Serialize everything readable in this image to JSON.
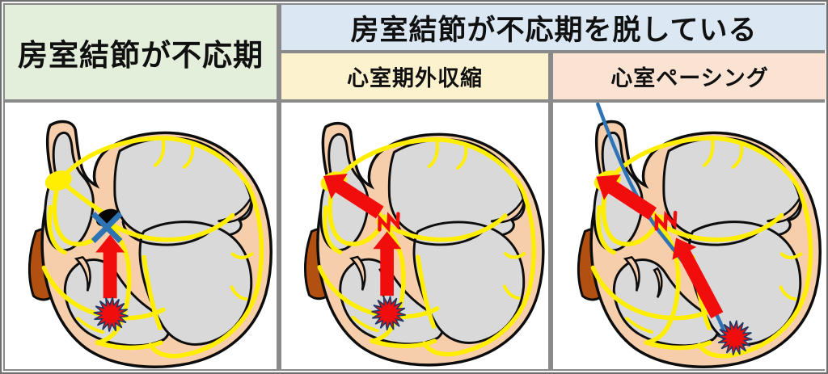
{
  "header": {
    "left_cell": "房室結節が不応期",
    "right_cell": "房室結節が不応期を脱している",
    "sub_left": "心室期外収縮",
    "sub_right": "心室ペーシング"
  },
  "panels": [
    {
      "id": "av-node-refractory",
      "column_label": "房室結節が不応期",
      "elements": [
        "heart-cross-section",
        "ectopic-focus-starburst",
        "retrograde-impulse-arrow",
        "av-node-blocked-cross"
      ]
    },
    {
      "id": "ventricular-premature-contraction",
      "column_label": "心室期外収縮",
      "elements": [
        "heart-cross-section",
        "ectopic-focus-starburst",
        "retrograde-impulse-arrow",
        "slow-av-conduction-zigzag",
        "atrial-retrograde-arrow"
      ]
    },
    {
      "id": "ventricular-pacing",
      "column_label": "心室ペーシング",
      "elements": [
        "heart-cross-section",
        "pacing-catheter-line",
        "pacing-site-starburst",
        "retrograde-impulse-arrow",
        "slow-av-conduction-zigzag",
        "atrial-retrograde-arrow"
      ]
    }
  ],
  "colors": {
    "header_left_bg": "#e3eedb",
    "header_right_bg": "#dbe8f4",
    "sub_left_bg": "#fdf2ce",
    "sub_right_bg": "#fae3d3",
    "grid_border": "#8a8a8a",
    "panel_bg": "#ffffff",
    "heart_wall": "#f6ceac",
    "chamber": "#d9d9d9",
    "conduction": "#ffee00",
    "arrow_red": "#f20d0d",
    "focus_outline": "#1f3864",
    "blue": "#2e74b5",
    "vessel_brown": "#b25012",
    "outline": "#0d0d0d"
  }
}
